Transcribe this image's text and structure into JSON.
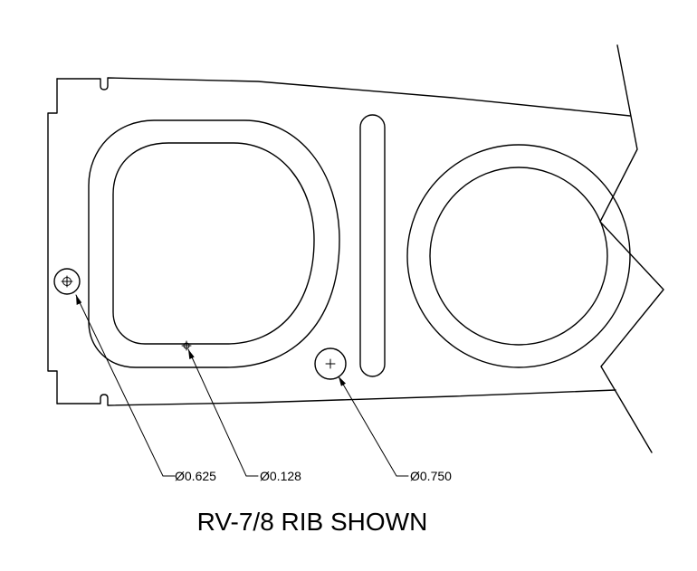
{
  "dimensions": {
    "hole_left": "Ø0.625",
    "hole_small": "Ø0.128",
    "hole_right": "Ø0.750"
  },
  "caption": "RV-7/8 RIB SHOWN"
}
